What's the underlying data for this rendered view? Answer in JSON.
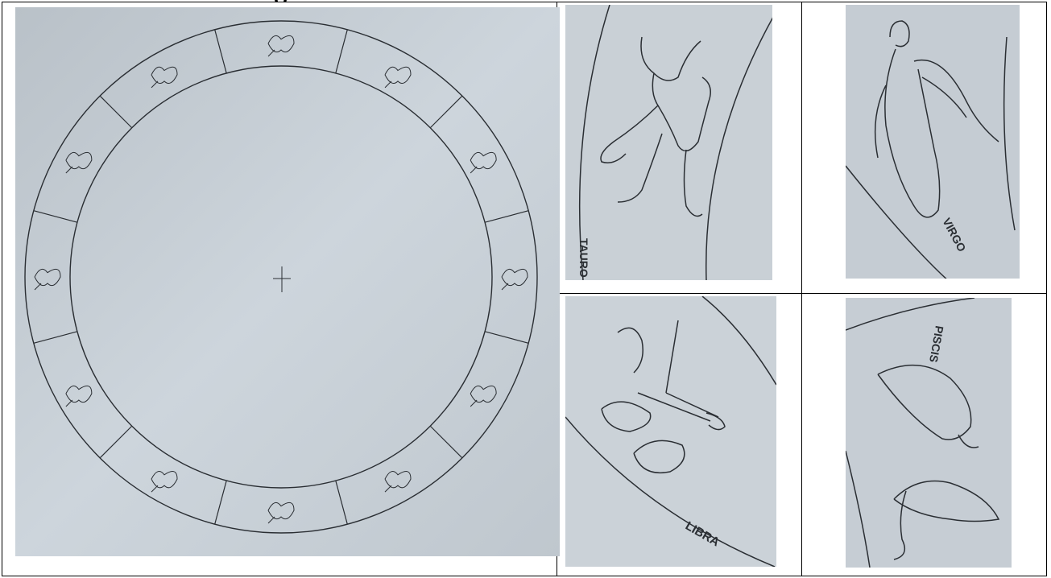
{
  "header": {
    "clipped_text": "Q"
  },
  "panels": {
    "tauro": {
      "label": "TAURO"
    },
    "virgo": {
      "label": "VIRGO"
    },
    "libra": {
      "label": "LIBRA"
    },
    "piscis": {
      "label": "PISCIS"
    }
  },
  "colors": {
    "paper": "#c7cfd6",
    "ink": "#2a2e33",
    "border": "#000000"
  }
}
